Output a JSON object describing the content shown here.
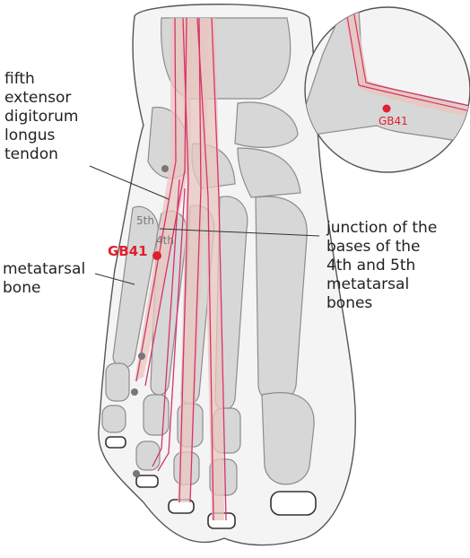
{
  "labels": {
    "fifth_tendon": "fifth\nextensor\ndigitorum\nlongus\ntendon",
    "junction": "junction of the\nbases of the\n4th and 5th\nmetatarsal\nbones",
    "metatarsal": "metatarsal\nbone",
    "fifth": "5th",
    "fourth": "4th"
  },
  "point": {
    "name": "GB41",
    "inset_name": "GB41"
  },
  "colors": {
    "bone_fill": "#d7d7d7",
    "bone_stroke": "#8c8c8c",
    "tendon_fill": "#e8c7bf",
    "tendon_line": "#d6336b",
    "point": "#e0202e",
    "leader": "#333333"
  }
}
